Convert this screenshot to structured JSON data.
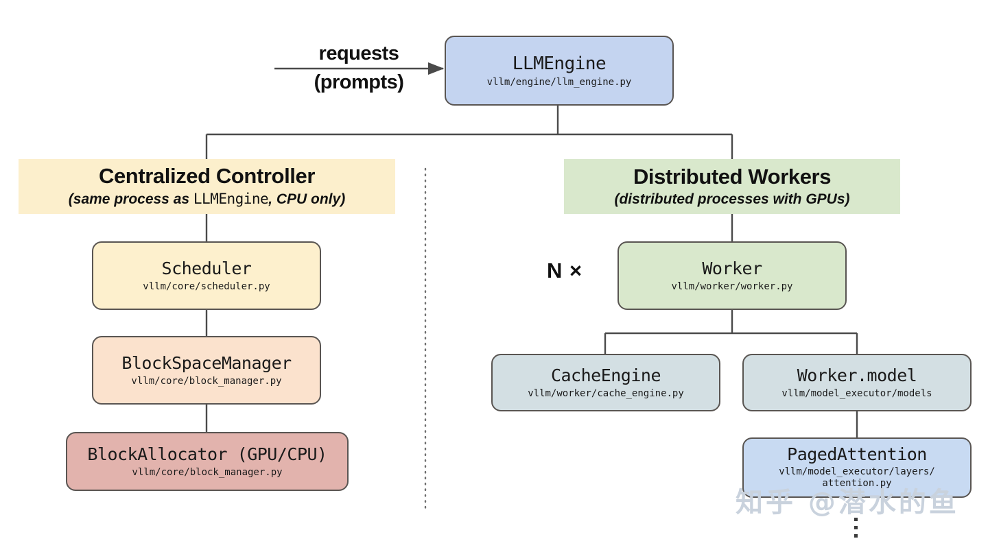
{
  "diagram": {
    "title": "vLLM system architecture",
    "input_flow": {
      "label_line1": "requests",
      "label_line2": "(prompts)",
      "arrow_name": "requests-arrow"
    },
    "root": {
      "name": "LLMEngine",
      "path": "vllm/engine/llm_engine.py",
      "color": "#c4d4f0"
    },
    "sections": [
      {
        "id": "centralized-controller",
        "title": "Centralized Controller",
        "subtitle_pre": "(same process as ",
        "subtitle_mono": "LLMEngine",
        "subtitle_post": ", CPU only)",
        "color": "#fcefcc"
      },
      {
        "id": "distributed-workers",
        "title": "Distributed Workers",
        "subtitle_pre": "(distributed processes with GPUs)",
        "subtitle_mono": "",
        "subtitle_post": "",
        "color": "#d9e8cc"
      }
    ],
    "left_nodes": [
      {
        "id": "scheduler",
        "name": "Scheduler",
        "path": "vllm/core/scheduler.py",
        "color": "#fdf0cd"
      },
      {
        "id": "block-space-manager",
        "name": "BlockSpaceManager",
        "path": "vllm/core/block_manager.py",
        "color": "#fbe2cd"
      },
      {
        "id": "block-allocator",
        "name": "BlockAllocator (GPU/CPU)",
        "path": "vllm/core/block_manager.py",
        "color": "#e2b3ad"
      }
    ],
    "right_nodes": [
      {
        "id": "worker",
        "name": "Worker",
        "path": "vllm/worker/worker.py",
        "color": "#d9e8cc"
      },
      {
        "id": "cache-engine",
        "name": "CacheEngine",
        "path": "vllm/worker/cache_engine.py",
        "color": "#d3dfe3"
      },
      {
        "id": "worker-model",
        "name": "Worker.model",
        "path": "vllm/model_executor/models",
        "color": "#d3dfe3"
      },
      {
        "id": "paged-attention",
        "name": "PagedAttention",
        "path": "vllm/model_executor/layers/",
        "path2": "attention.py",
        "color": "#c8daf2"
      }
    ],
    "multiplier_label": "N ×",
    "continuation_marker": "vertical-ellipsis",
    "watermark": "知乎 @潜水的鱼",
    "colors": {
      "edge": "#4a4a4a",
      "border": "#595552",
      "divider": "#8a8a8a",
      "text": "#111111"
    }
  }
}
